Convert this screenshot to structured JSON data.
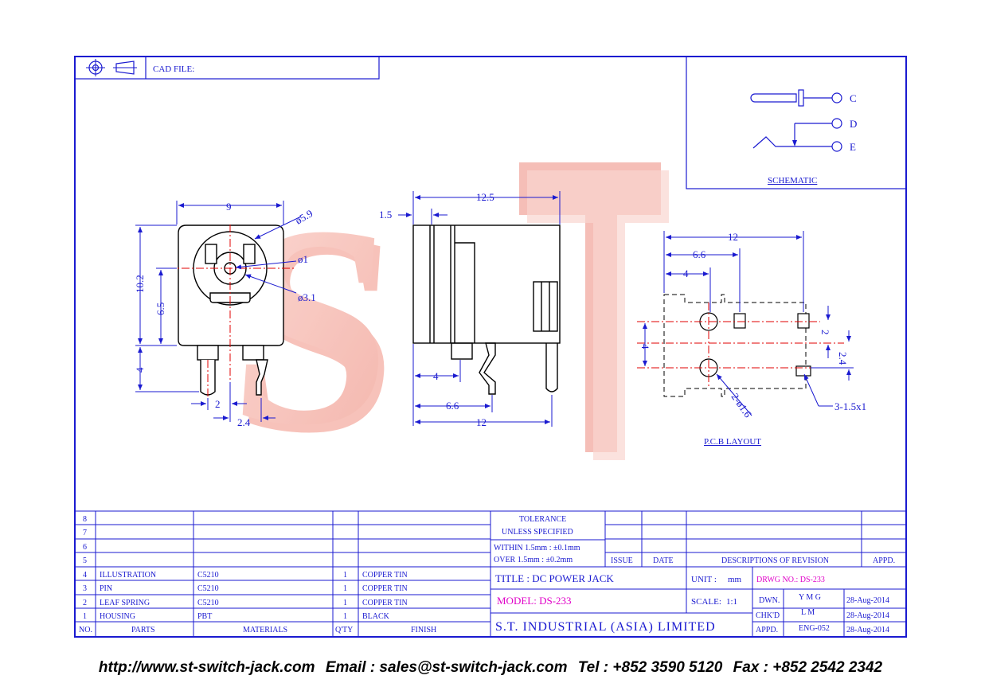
{
  "header": {
    "cad_label": "CAD FILE:"
  },
  "schematic": {
    "title": "SCHEMATIC",
    "pins": [
      "C",
      "D",
      "E"
    ]
  },
  "front_view": {
    "width": "9",
    "height": "10.2",
    "inner_height": "6.5",
    "pin_length": "4",
    "pin_pitch": "2",
    "pin_offset": "2.4",
    "dia_outer": "ø5.9",
    "dia_pin": "ø1",
    "dia_inner": "ø3.1"
  },
  "side_view": {
    "length": "12.5",
    "flange": "1.5",
    "dim_4": "4",
    "dim_66": "6.6",
    "dim_12": "12"
  },
  "pcb": {
    "title": "P.C.B LAYOUT",
    "d12": "12",
    "d66": "6.6",
    "d4": "4",
    "d4v": "4",
    "d2": "2",
    "d24": "2.4",
    "holes": "2-ø1.6",
    "slots": "3-1.5x1"
  },
  "watermark": "ST",
  "bom": {
    "rows": [
      {
        "no": "8",
        "part": "",
        "material": "",
        "qty": "",
        "finish": ""
      },
      {
        "no": "7",
        "part": "",
        "material": "",
        "qty": "",
        "finish": ""
      },
      {
        "no": "6",
        "part": "",
        "material": "",
        "qty": "",
        "finish": ""
      },
      {
        "no": "5",
        "part": "",
        "material": "",
        "qty": "",
        "finish": ""
      },
      {
        "no": "4",
        "part": "ILLUSTRATION",
        "material": "C5210",
        "qty": "1",
        "finish": "COPPER TIN"
      },
      {
        "no": "3",
        "part": "PIN",
        "material": "C5210",
        "qty": "1",
        "finish": "COPPER TIN"
      },
      {
        "no": "2",
        "part": "LEAF SPRING",
        "material": "C5210",
        "qty": "1",
        "finish": "COPPER TIN"
      },
      {
        "no": "1",
        "part": "HOUSING",
        "material": "PBT",
        "qty": "1",
        "finish": "BLACK"
      }
    ],
    "headers": {
      "no": "NO.",
      "part": "PARTS",
      "material": "MATERIALS",
      "qty": "Q'TY",
      "finish": "FINISH"
    }
  },
  "tolerance": {
    "line1": "TOLERANCE",
    "line2": "UNLESS SPECIFIED",
    "within": "WITHIN  1.5mm : ±0.1mm",
    "over": "OVER   1.5mm : ±0.2mm"
  },
  "revision": {
    "issue": "ISSUE",
    "date": "DATE",
    "desc": "DESCRIPTIONS OF REVISION",
    "appd": "APPD."
  },
  "title_block": {
    "title": "TITLE : DC POWER JACK",
    "unit_label": "UNIT :",
    "unit_value": "mm",
    "drwg": "DRWG NO.: DS-233",
    "model": "MODEL: DS-233",
    "scale_label": "SCALE:",
    "scale_value": "1:1",
    "dwn_label": "DWN.",
    "dwn_value": "Y M G",
    "dwn_date": "28-Aug-2014",
    "chk_label": "CHK'D",
    "chk_value": "L M",
    "chk_date": "28-Aug-2014",
    "appd_label": "APPD.",
    "appd_value": "ENG-052",
    "appd_date": "28-Aug-2014",
    "company": "S.T. INDUSTRIAL (ASIA) LIMITED"
  },
  "footer": {
    "url": "http://www.st-switch-jack.com",
    "email": "Email : sales@st-switch-jack.com",
    "tel": "Tel : +852 3590 5120",
    "fax": "Fax : +852 2542 2342"
  }
}
